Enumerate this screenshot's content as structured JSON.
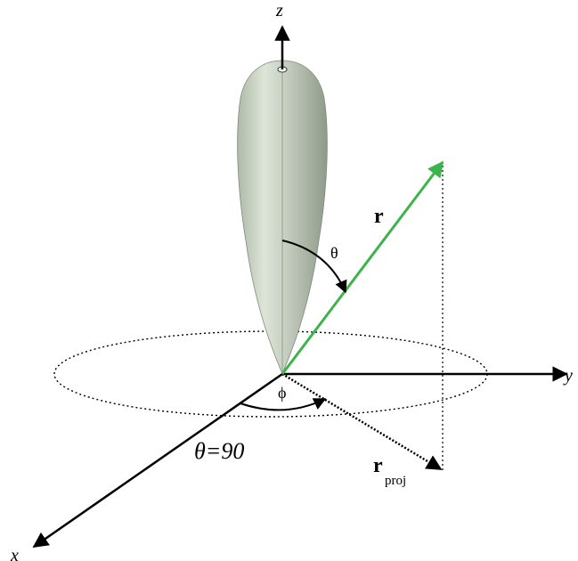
{
  "labels": {
    "z_axis": "z",
    "y_axis": "y",
    "x_axis": "x",
    "r_vector": "r",
    "theta": "θ",
    "phi": "ϕ",
    "theta_eq": "θ=90",
    "r_proj_main": "r",
    "r_proj_sub": "proj"
  },
  "colors": {
    "vector_r": "#3cb44b",
    "lobe_fill": "#c9d3c3",
    "axes": "#000000"
  }
}
